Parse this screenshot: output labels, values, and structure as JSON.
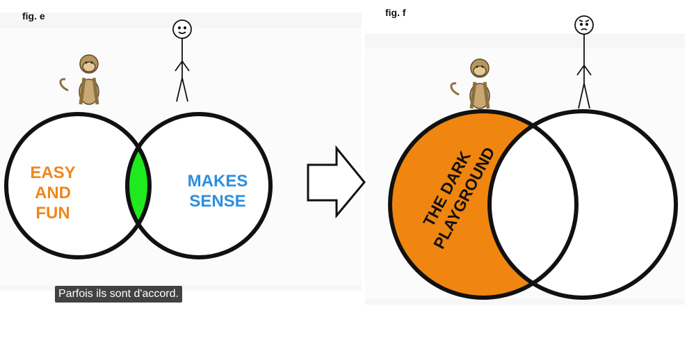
{
  "figures": {
    "e": {
      "label": "fig. e",
      "left_circle_text": [
        "EASY",
        "AND",
        "FUN"
      ],
      "right_circle_text": [
        "MAKES",
        "SENSE"
      ]
    },
    "f": {
      "label": "fig. f",
      "region_text": [
        "THE DARK",
        "PLAYGROUND"
      ]
    }
  },
  "subtitle": "Parfois ils sont d'accord.",
  "colors": {
    "easy_fun_text": "#f0861a",
    "makes_sense_text": "#2b8fe0",
    "overlap_green": "#1eea1e",
    "dark_playground_orange": "#f0860f",
    "outline": "#111111"
  },
  "icons": {
    "arrow": "hollow-right-arrow",
    "monkey": "monkey-icon",
    "stick_figure_happy": "stick-figure-happy-icon",
    "stick_figure_worried": "stick-figure-worried-icon"
  }
}
